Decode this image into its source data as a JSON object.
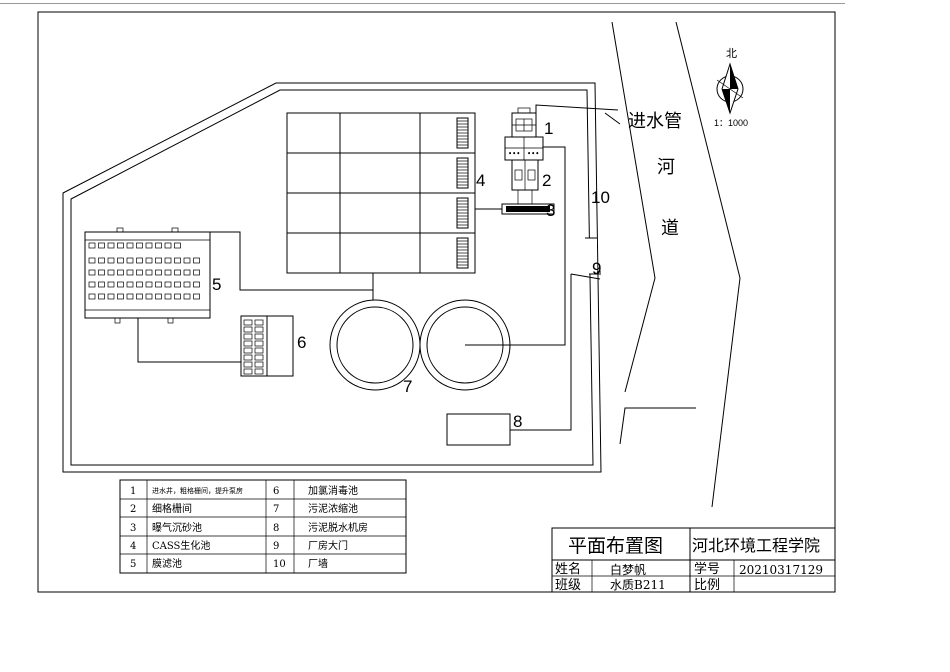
{
  "labels": {
    "n1": "1",
    "n2": "2",
    "n3": "3",
    "n4": "4",
    "n5": "5",
    "n6": "6",
    "n7": "7",
    "n8": "8",
    "n9": "9",
    "n10": "10",
    "inlet_pipe": "进水管",
    "river_1": "河",
    "river_2": "道"
  },
  "compass": {
    "north": "北",
    "scale": "1：1000"
  },
  "legend": [
    {
      "no": "1",
      "name": "进水井，粗格栅间，提升泵房"
    },
    {
      "no": "2",
      "name": "细格栅间"
    },
    {
      "no": "3",
      "name": "曝气沉砂池"
    },
    {
      "no": "4",
      "name": "CASS生化池"
    },
    {
      "no": "5",
      "name": "膜滤池"
    },
    {
      "no": "6",
      "name": "加氯消毒池"
    },
    {
      "no": "7",
      "name": "污泥浓缩池"
    },
    {
      "no": "8",
      "name": "污泥脱水机房"
    },
    {
      "no": "9",
      "name": "厂房大门"
    },
    {
      "no": "10",
      "name": "厂墙"
    }
  ],
  "title_block": {
    "title": "平面布置图",
    "institute": "河北环境工程学院",
    "name_label": "姓名",
    "name_value": "白梦帆",
    "class_label": "班级",
    "class_value": "水质B211",
    "id_label": "学号",
    "id_value": "20210317129",
    "scale_label": "比例",
    "scale_value": ""
  }
}
